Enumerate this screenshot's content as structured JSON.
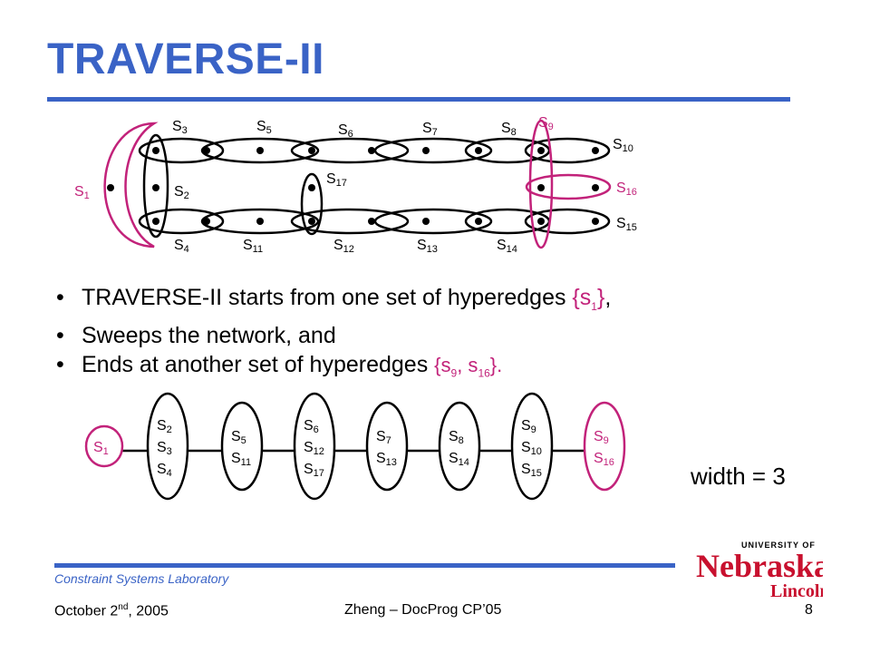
{
  "title": "TRAVERSE-II",
  "graph": {
    "labels": {
      "s1": "S",
      "s1_sub": "1",
      "s2": "S",
      "s2_sub": "2",
      "s3": "S",
      "s3_sub": "3",
      "s4": "S",
      "s4_sub": "4",
      "s5": "S",
      "s5_sub": "5",
      "s6": "S",
      "s6_sub": "6",
      "s7": "S",
      "s7_sub": "7",
      "s8": "S",
      "s8_sub": "8",
      "s9": "S",
      "s9_sub": "9",
      "s10": "S",
      "s10_sub": "10",
      "s11": "S",
      "s11_sub": "11",
      "s12": "S",
      "s12_sub": "12",
      "s13": "S",
      "s13_sub": "13",
      "s14": "S",
      "s14_sub": "14",
      "s15": "S",
      "s15_sub": "15",
      "s16": "S",
      "s16_sub": "16",
      "s17": "S",
      "s17_sub": "17"
    },
    "colors": {
      "highlight": "#c2227a",
      "ink": "#000000"
    }
  },
  "bullets": {
    "b1_text": "TRAVERSE-II starts from one set of hyperedges ",
    "b1_hl_open": "{s",
    "b1_hl_sub": "1",
    "b1_hl_close": "}",
    "b1_tail": ",",
    "b2_text": "Sweeps the network, and",
    "b3_text": "Ends at another set of hyperedges ",
    "b3_hl_a": "{s",
    "b3_hl_a_sub": "9",
    "b3_hl_mid": ", s",
    "b3_hl_b_sub": "16",
    "b3_hl_close": "}."
  },
  "decomposition": {
    "nodes": [
      {
        "rows": [
          [
            "S",
            "1"
          ]
        ],
        "highlight": true
      },
      {
        "rows": [
          [
            "S",
            "2"
          ],
          [
            "S",
            "3"
          ],
          [
            "S",
            "4"
          ]
        ],
        "highlight": false
      },
      {
        "rows": [
          [
            "S",
            "5"
          ],
          [
            "S",
            "11"
          ]
        ],
        "highlight": false
      },
      {
        "rows": [
          [
            "S",
            "6"
          ],
          [
            "S",
            "12"
          ],
          [
            "S",
            "17"
          ]
        ],
        "highlight": false
      },
      {
        "rows": [
          [
            "S",
            "7"
          ],
          [
            "S",
            "13"
          ]
        ],
        "highlight": false
      },
      {
        "rows": [
          [
            "S",
            "8"
          ],
          [
            "S",
            "14"
          ]
        ],
        "highlight": false
      },
      {
        "rows": [
          [
            "S",
            "9"
          ],
          [
            "S",
            "10"
          ],
          [
            "S",
            "15"
          ]
        ],
        "highlight": false
      },
      {
        "rows": [
          [
            "S",
            "9"
          ],
          [
            "S",
            "16"
          ]
        ],
        "highlight": true
      }
    ]
  },
  "width_label": "width = 3",
  "footer": {
    "lab": "Constraint Systems Laboratory",
    "date": "October 2",
    "date_sup": "nd",
    "date_tail": ", 2005",
    "author": "Zheng – DocProg CP’05",
    "page": "8"
  },
  "logo": {
    "university": "UNIVERSITY OF",
    "name": "Nebraska",
    "campus": "Lincoln",
    "color": "#c8102e"
  }
}
